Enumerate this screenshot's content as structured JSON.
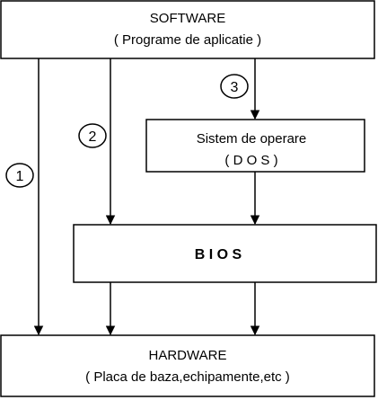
{
  "software": {
    "title": "SOFTWARE",
    "subtitle": "( Programe de aplicatie )"
  },
  "os": {
    "title": "Sistem de operare",
    "subtitle": "( D O S )"
  },
  "bios": {
    "title": "B I O S"
  },
  "hardware": {
    "title": "HARDWARE",
    "subtitle": "( Placa de baza,echipamente,etc )"
  },
  "paths": [
    {
      "number": "1"
    },
    {
      "number": "2"
    },
    {
      "number": "3"
    }
  ],
  "colors": {
    "stroke": "#000000",
    "background": "#ffffff"
  }
}
